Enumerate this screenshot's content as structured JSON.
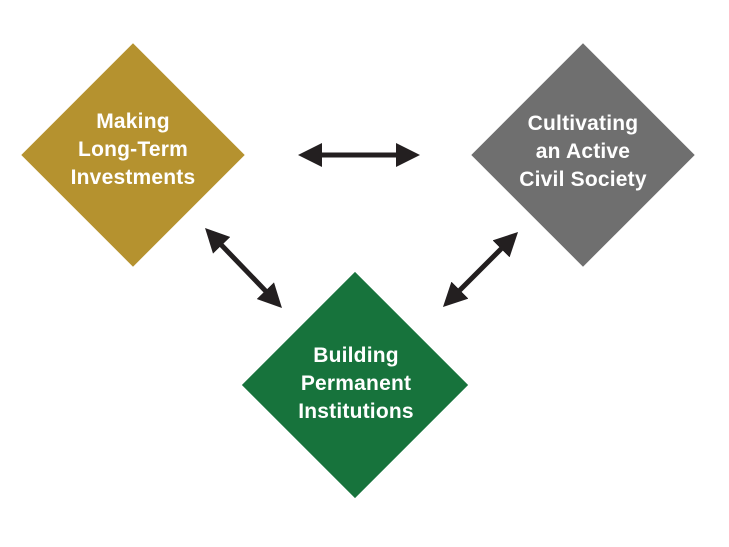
{
  "colors": {
    "background": "#FFFFFF",
    "gold": "#B5922F",
    "gray": "#6F6F6F",
    "green": "#17733C",
    "arrow": "#231F20",
    "text": "#FFFFFF"
  },
  "diagram": {
    "nodes": [
      {
        "id": "making-long-term-investments",
        "shape": "diamond",
        "color": "#B5922F",
        "lines": [
          "Making",
          "Long-Term",
          "Investments"
        ]
      },
      {
        "id": "cultivating-an-active-civil-society",
        "shape": "diamond",
        "color": "#6F6F6F",
        "lines": [
          "Cultivating",
          "an Active",
          "Civil Society"
        ]
      },
      {
        "id": "building-permanent-institutions",
        "shape": "diamond",
        "color": "#17733C",
        "lines": [
          "Building",
          "Permanent",
          "Institutions"
        ]
      }
    ],
    "connectors": [
      {
        "from": "making-long-term-investments",
        "to": "cultivating-an-active-civil-society",
        "style": "double-headed-arrow"
      },
      {
        "from": "making-long-term-investments",
        "to": "building-permanent-institutions",
        "style": "double-headed-arrow"
      },
      {
        "from": "cultivating-an-active-civil-society",
        "to": "building-permanent-institutions",
        "style": "double-headed-arrow"
      }
    ]
  }
}
